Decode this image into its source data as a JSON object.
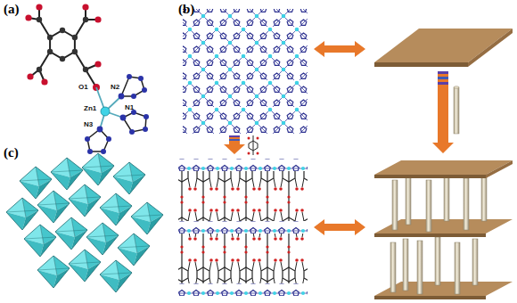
{
  "diagram": {
    "labels": [
      "(a)",
      "(b)",
      "(c)",
      "O1",
      "N2",
      "Zn1",
      "N3",
      "N1"
    ]
  }
}
